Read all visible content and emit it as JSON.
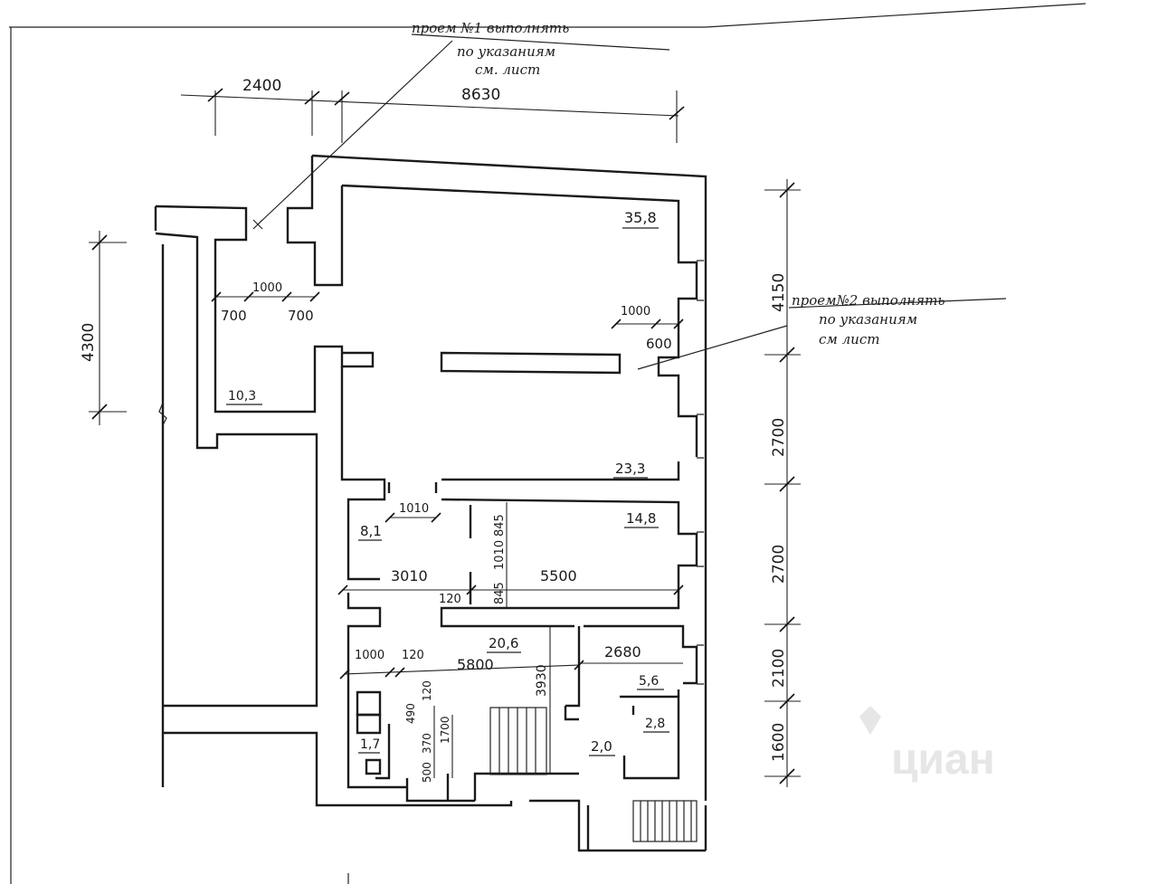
{
  "notes": {
    "opening1": [
      "проем №1 выполнять",
      "по указаниям",
      "см. лист"
    ],
    "opening2": [
      "проем№2 выполнять",
      "по указаниям",
      "см лист"
    ]
  },
  "dimensions": {
    "top": [
      "2400",
      "8630"
    ],
    "left": [
      "4300"
    ],
    "right": [
      "4150",
      "2700",
      "2700",
      "2100",
      "1600"
    ],
    "interior": {
      "d1000a": "1000",
      "d700a": "700",
      "d700b": "700",
      "d1000b": "1000",
      "d600": "600",
      "d1010": "1010",
      "d845a": "845",
      "d1010v": "1010",
      "d845b": "845",
      "d3010": "3010",
      "d5500": "5500",
      "d120a": "120",
      "d1000c": "1000",
      "d120b": "120",
      "d5800": "5800",
      "d3930": "3930",
      "d2680": "2680",
      "d490": "490",
      "d120c": "120",
      "d370": "370",
      "d1700": "1700",
      "d500": "500"
    }
  },
  "areas": {
    "a358": "35,8",
    "a103": "10,3",
    "a233": "23,3",
    "a81": "8,1",
    "a148": "14,8",
    "a206": "20,6",
    "a56": "5,6",
    "a28": "2,8",
    "a17": "1,7",
    "a20": "2,0"
  },
  "watermark": {
    "text": "циан"
  },
  "colors": {
    "ink": "#1a1a1a",
    "paper": "#ffffff",
    "watermark": "#e6e6e6"
  }
}
